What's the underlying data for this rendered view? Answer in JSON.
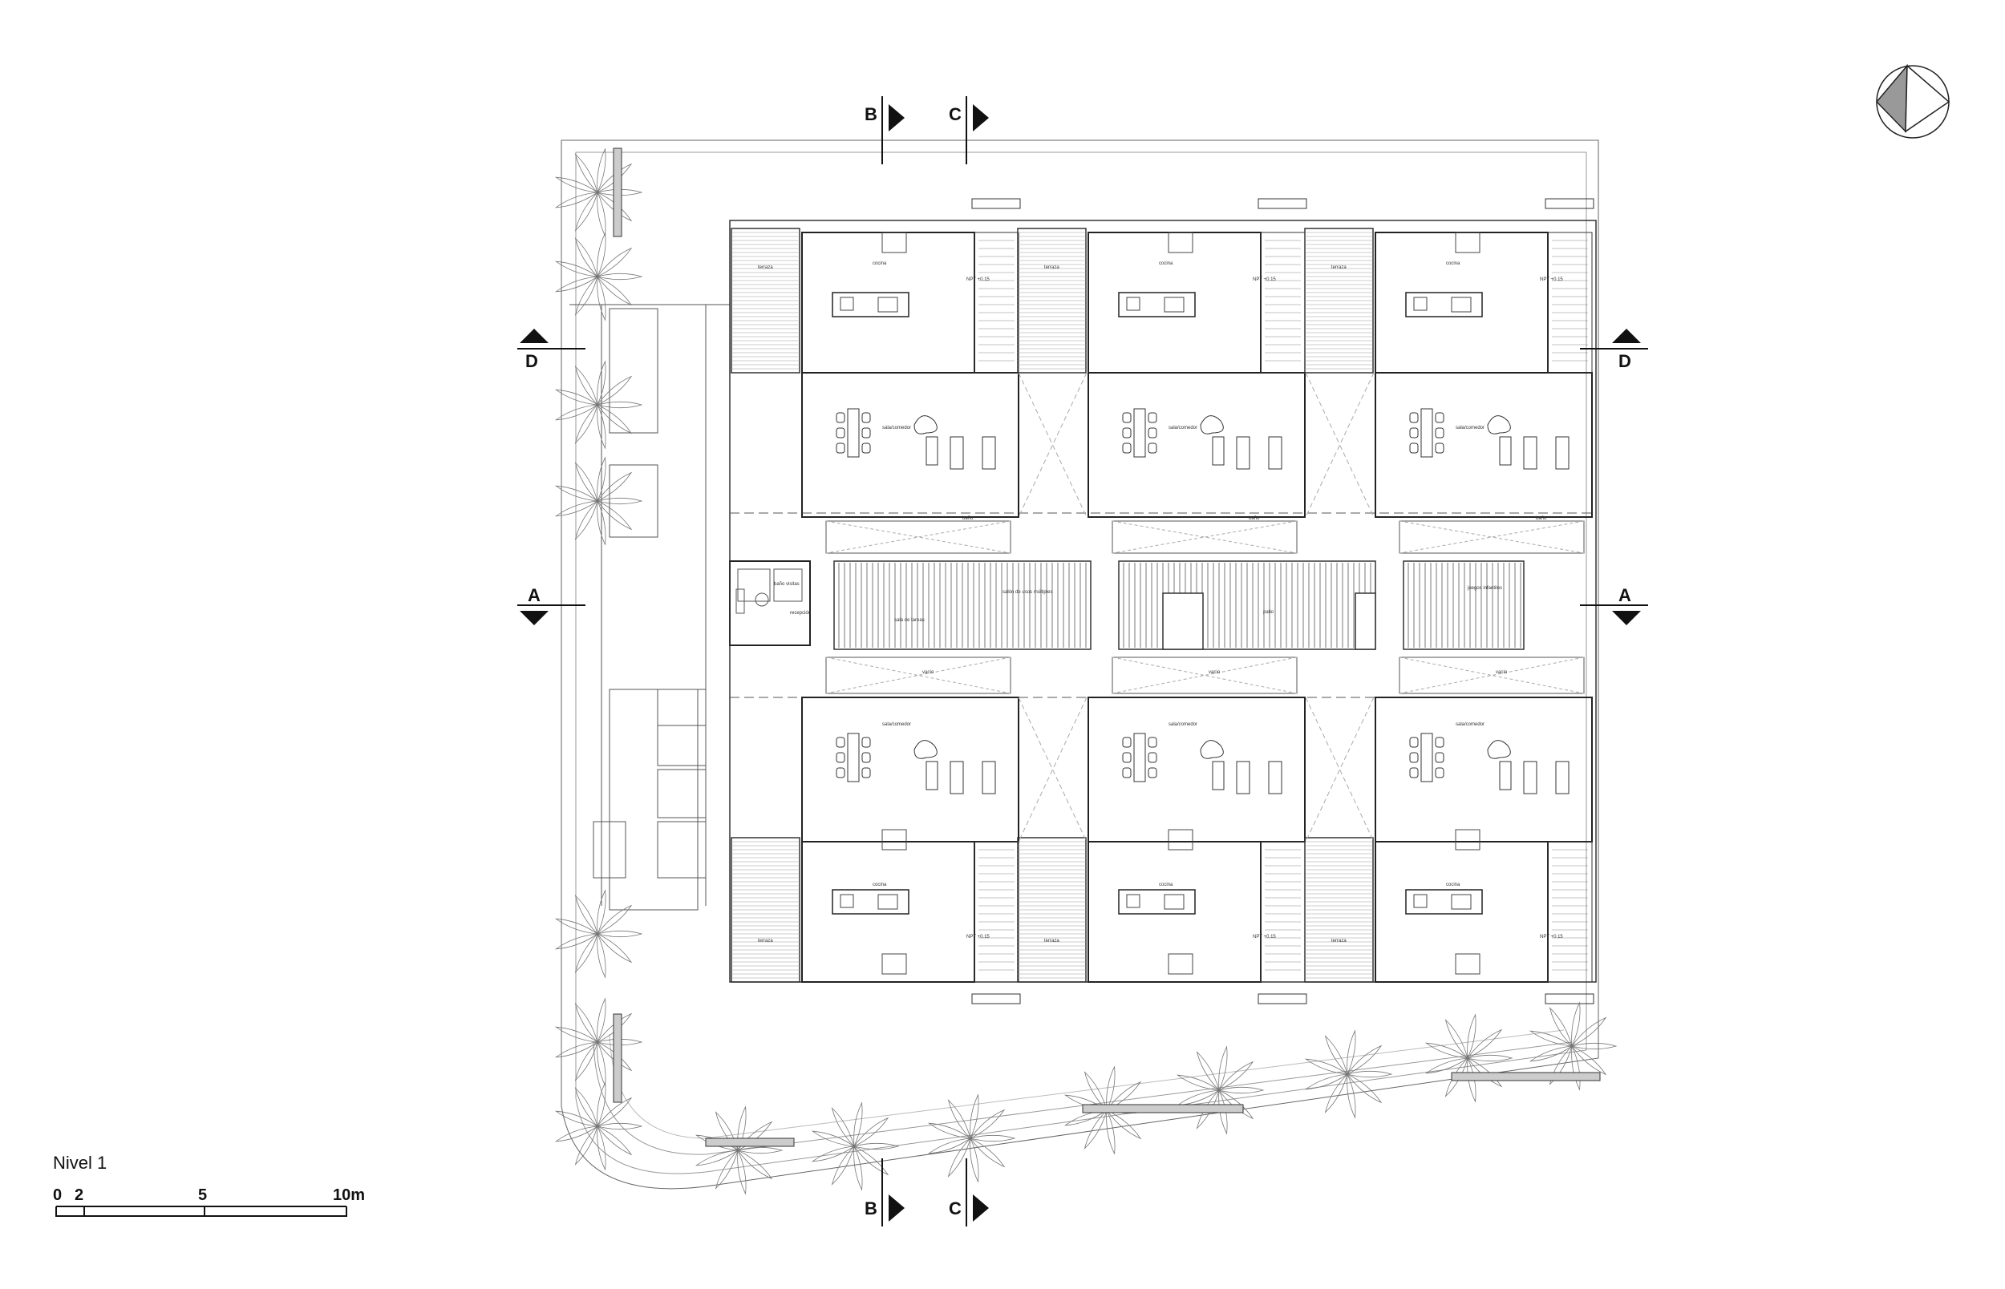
{
  "drawing": {
    "title": "Nivel 1",
    "scale_bar": {
      "labels": [
        "0",
        "2",
        "5",
        "10m"
      ]
    },
    "north_arrow_icon": "north-arrow-icon"
  },
  "section_markers": [
    {
      "id": "A",
      "label": "A"
    },
    {
      "id": "B",
      "label": "B"
    },
    {
      "id": "C",
      "label": "C"
    },
    {
      "id": "D",
      "label": "D"
    }
  ],
  "rooms": {
    "cocina": "cocina",
    "sala_comedor": "sala/comedor",
    "terraza": "terraza",
    "vacio": "vacío",
    "bano": "baño",
    "recepcion": "recepción",
    "bano_visitas": "baño visitas",
    "salon_usos": "salón de usos múltiples",
    "sala_de_tareas": "sala de tareas",
    "juegos_infantiles": "juegos infantiles",
    "patio": "patio"
  },
  "level_mark": "NPT +0.15",
  "colors": {
    "line": "#222222",
    "light_line": "#777777",
    "paper": "#ffffff"
  }
}
